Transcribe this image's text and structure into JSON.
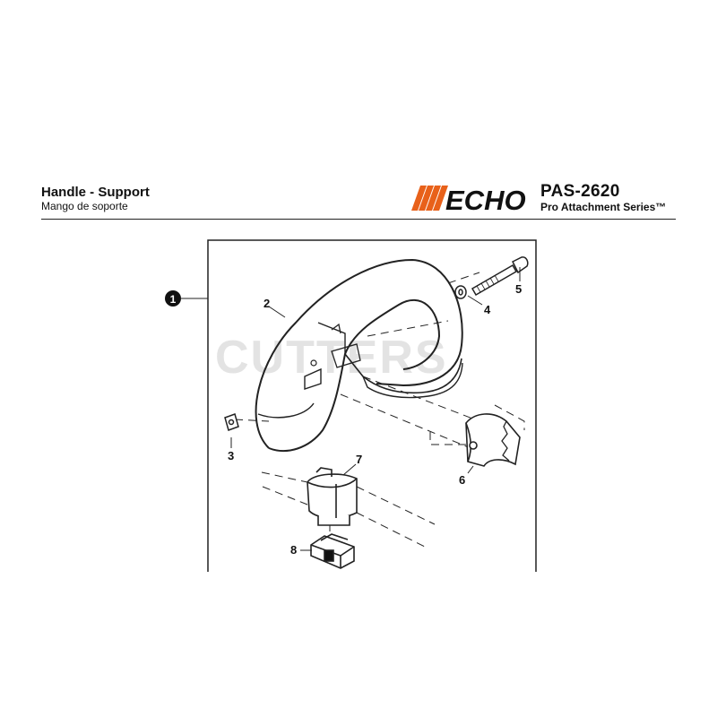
{
  "header": {
    "title": "Handle - Support",
    "subtitle": "Mango de soporte",
    "brand": "ECHO",
    "model": "PAS-2620",
    "series": "Pro Attachment Series™"
  },
  "watermark": "CUTTERS",
  "assembly_marker": "1",
  "callouts": [
    {
      "id": "2",
      "label": "2"
    },
    {
      "id": "3",
      "label": "3"
    },
    {
      "id": "4",
      "label": "4"
    },
    {
      "id": "5",
      "label": "5"
    },
    {
      "id": "6",
      "label": "6"
    },
    {
      "id": "7",
      "label": "7"
    },
    {
      "id": "8",
      "label": "8"
    }
  ],
  "colors": {
    "brand_orange": "#e8611a",
    "ink": "#111111",
    "watermark": "#e3e3e3"
  }
}
